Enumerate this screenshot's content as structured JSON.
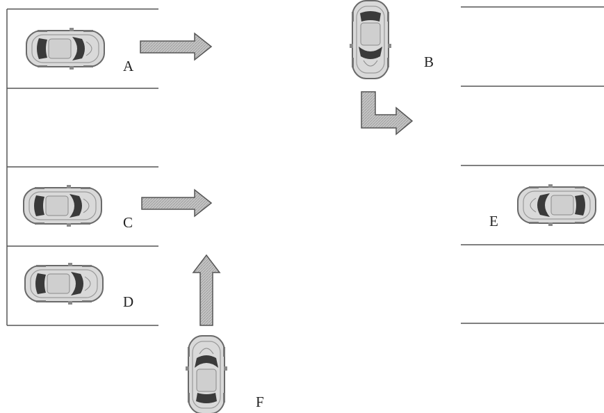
{
  "labels": {
    "a": "A",
    "b": "B",
    "c": "C",
    "d": "D",
    "e": "E",
    "f": "F"
  },
  "colors": {
    "lane_line": "#555555",
    "car_body": "#d9d9d9",
    "car_outline": "#6a6a6a",
    "car_glass": "#3a3a3a",
    "arrow_fill": "#bdbdbd",
    "arrow_stroke": "#555555"
  },
  "icons": {
    "car": "car-icon",
    "arrow": "arrow-icon"
  }
}
